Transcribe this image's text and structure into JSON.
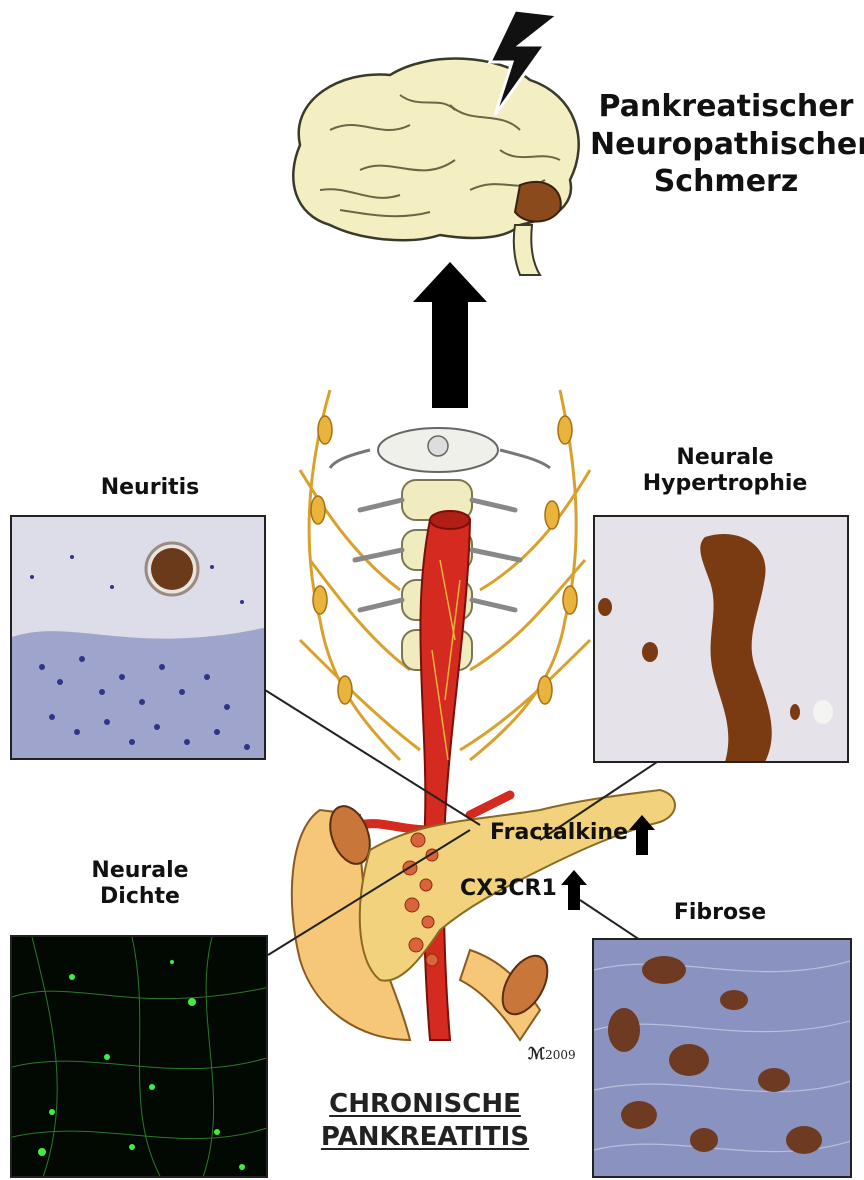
{
  "brain_title": [
    "Pankreatischer",
    "Neuropathischer",
    "Schmerz"
  ],
  "panels": {
    "neuritis": "Neuritis",
    "hypertrophy": [
      "Neurale",
      "Hypertrophie"
    ],
    "density": [
      "Neurale",
      "Dichte"
    ],
    "fibrosis": "Fibrose"
  },
  "molecules": {
    "fractalkine": "Fractalkine",
    "cx3cr1": "CX3CR1"
  },
  "main_title": [
    "CHRONISCHE",
    "PANKREATITIS"
  ],
  "signature": "2009",
  "colors": {
    "brain": "#f3efc2",
    "artery": "#d42a1f",
    "nerve": "#e9b43c",
    "pancreas": "#f6c779",
    "he_stain": "#3b3f8f",
    "ihc_brown": "#7a3a12",
    "fluorescence": "#3cf03c"
  }
}
